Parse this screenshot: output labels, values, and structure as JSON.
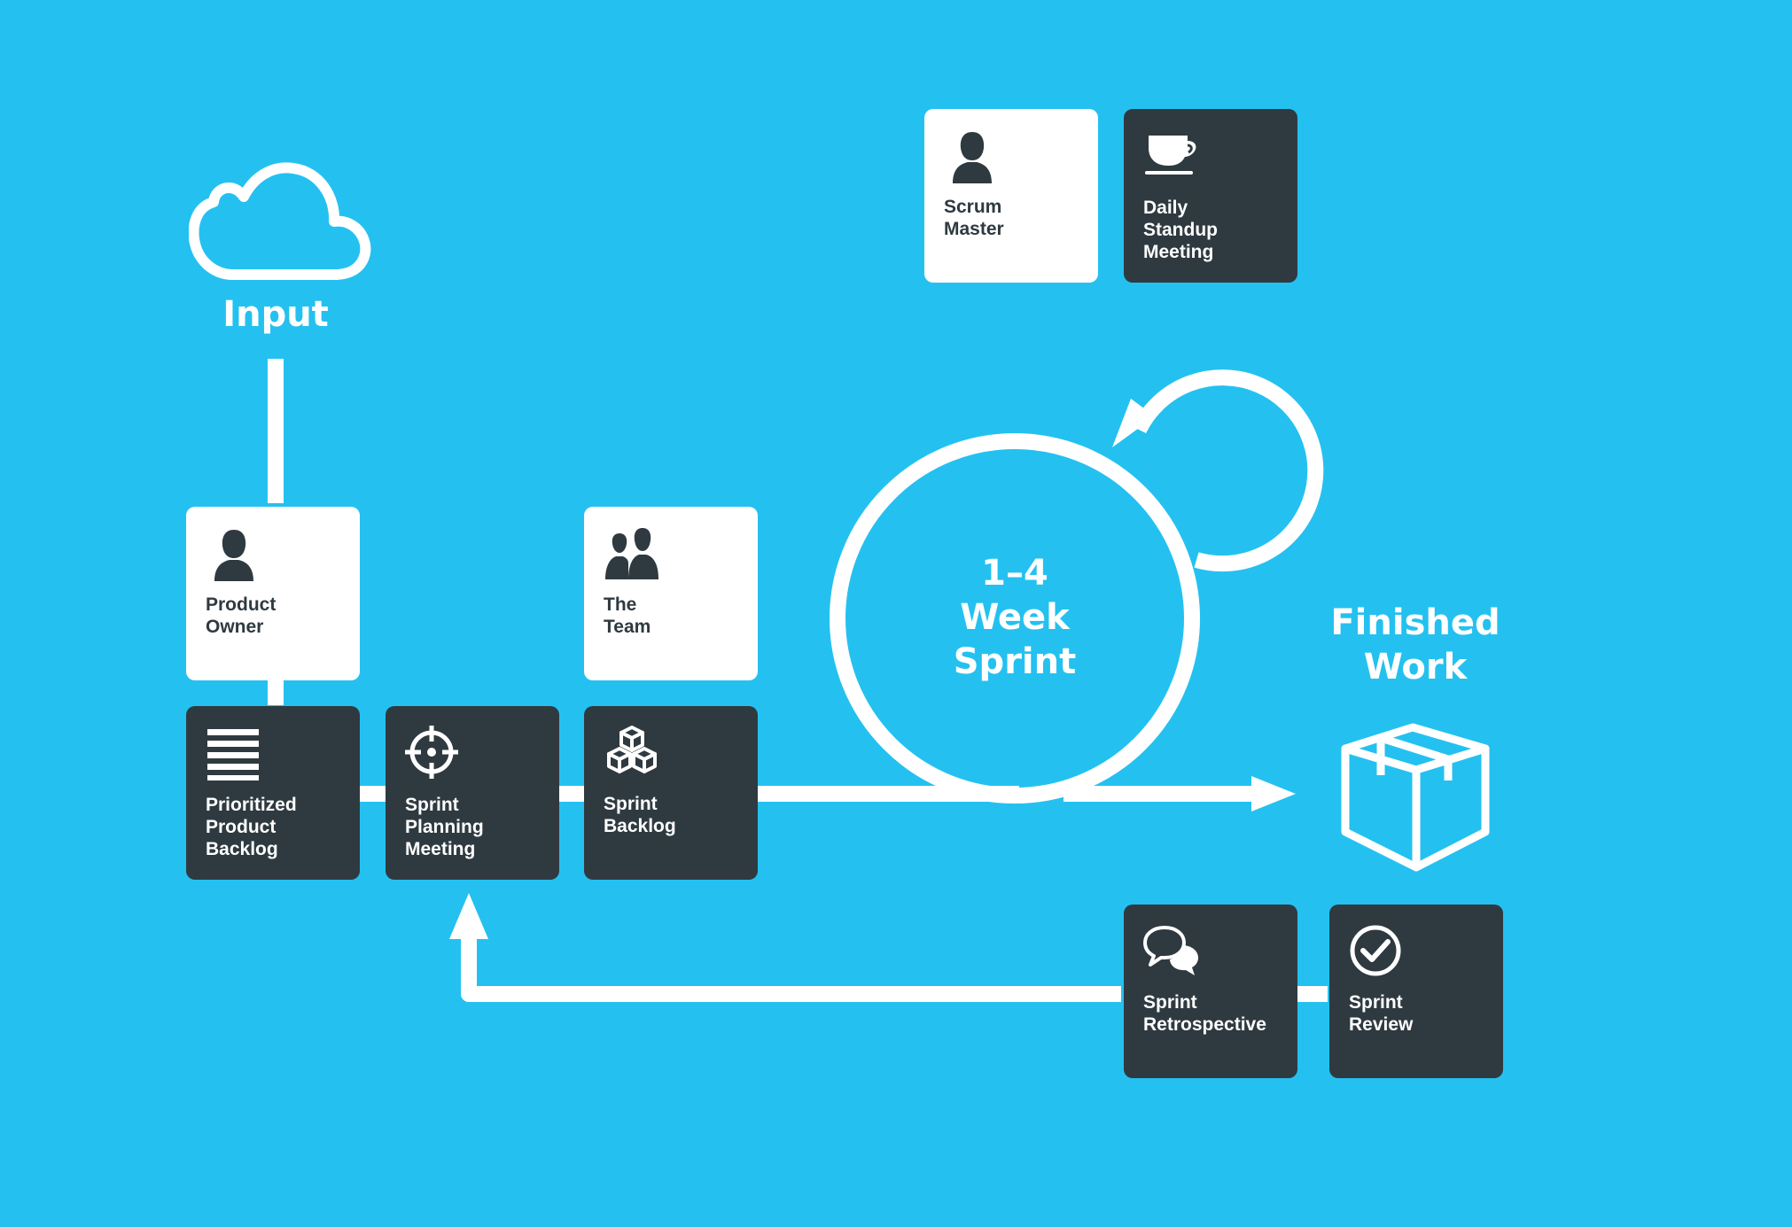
{
  "diagram": {
    "input_label": "Input",
    "sprint_label": "1–4\nWeek\nSprint",
    "finished_label": "Finished\nWork",
    "cards": {
      "product_owner": "Product\nOwner",
      "the_team": "The\nTeam",
      "scrum_master": "Scrum\nMaster",
      "daily_standup": "Daily\nStandup\nMeeting",
      "prioritized_backlog": "Prioritized\nProduct\nBacklog",
      "sprint_planning": "Sprint\nPlanning\nMeeting",
      "sprint_backlog": "Sprint\nBacklog",
      "sprint_retrospective": "Sprint\nRetrospective",
      "sprint_review": "Sprint\nReview"
    },
    "icons": {
      "input": "cloud-icon",
      "product_owner": "person-icon",
      "the_team": "people-icon",
      "scrum_master": "person-icon",
      "daily_standup": "coffee-cup-icon",
      "prioritized_backlog": "list-icon",
      "sprint_planning": "crosshair-icon",
      "sprint_backlog": "cubes-icon",
      "sprint_retrospective": "chat-bubbles-icon",
      "sprint_review": "checkmark-icon",
      "finished": "box-icon"
    },
    "colors": {
      "background": "#24c1f0",
      "dark_card": "#2f3a40",
      "light_card": "#ffffff",
      "lines": "#ffffff"
    }
  }
}
